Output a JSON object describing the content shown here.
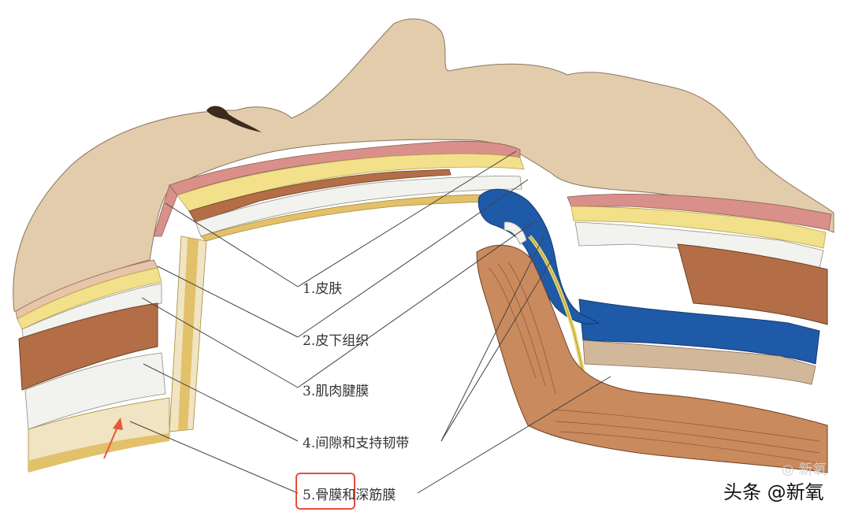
{
  "labels": {
    "skin": "1.皮肤",
    "subcutaneous": "2.皮下组织",
    "musculo_aponeurotic": "3.肌肉腱膜",
    "retaining_ligaments": "4.间隙和支持韧带",
    "periosteum_prefix": "5.",
    "periosteum_highlight": "骨膜",
    "periosteum_suffix": "和深筋膜"
  },
  "watermarks": {
    "faint": "新氧",
    "source": "头条 @新氧"
  },
  "colors": {
    "face": "#e3ccab",
    "skin_pink": "#d9908a",
    "fat_yellow": "#f2e08a",
    "muscle_brown": "#b36e47",
    "smas_white": "#f2f2ee",
    "bone_cream": "#f0e4c2",
    "bone_gold": "#e3c06a",
    "orbit_blue": "#1f5aa8",
    "highlight_box": "#e74c3c",
    "arrow": "#e8553a"
  }
}
